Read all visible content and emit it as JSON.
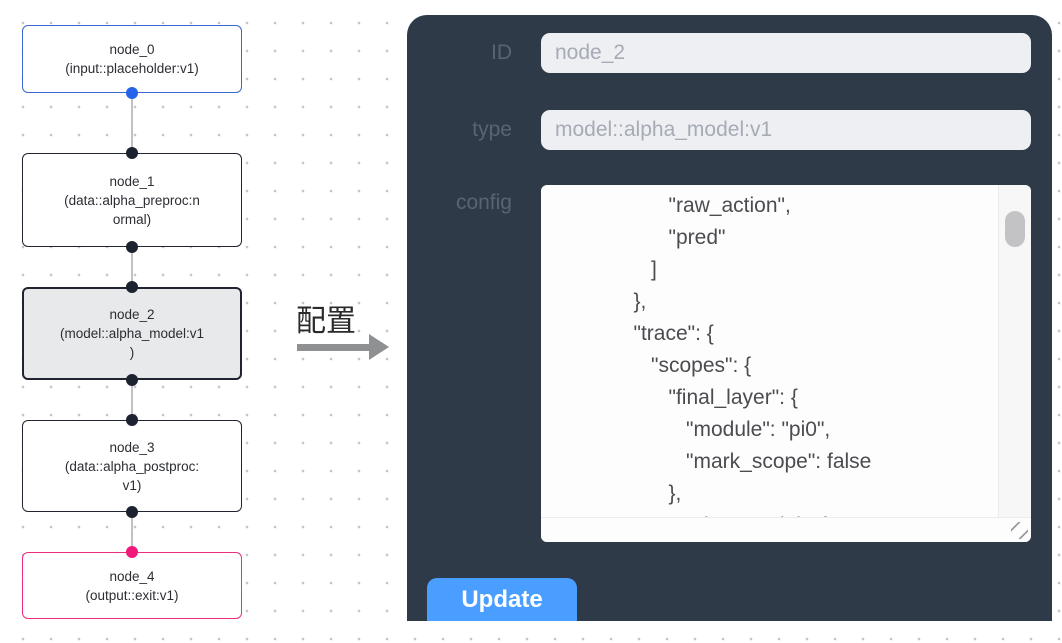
{
  "graph": {
    "nodes": [
      {
        "id": "node_0",
        "type": "input::placeholder:v1",
        "text": "node_0\n(input::placeholder:v1)"
      },
      {
        "id": "node_1",
        "type": "data::alpha_preproc:normal",
        "text": "node_1\n(data::alpha_preproc:n\normal)"
      },
      {
        "id": "node_2",
        "type": "model::alpha_model:v1",
        "text": "node_2\n(model::alpha_model:v1\n)",
        "selected": true
      },
      {
        "id": "node_3",
        "type": "data::alpha_postproc:v1",
        "text": "node_3\n(data::alpha_postproc:\nv1)"
      },
      {
        "id": "node_4",
        "type": "output::exit:v1",
        "text": "node_4\n(output::exit:v1)"
      }
    ]
  },
  "transition": {
    "label": "配置"
  },
  "panel": {
    "id_field": {
      "label": "ID",
      "value": "node_2"
    },
    "type_field": {
      "label": "type",
      "value": "model::alpha_model:v1"
    },
    "config_field": {
      "label": "config",
      "value": "               \"raw_action\",\n               \"pred\"\n            ]\n         },\n         \"trace\": {\n            \"scopes\": {\n               \"final_layer\": {\n                  \"module\": \"pi0\",\n                  \"mark_scope\": false\n               },\n               \"action_model\": {"
    },
    "update_button": "Update"
  },
  "colors": {
    "panel_bg": "#2f3a48",
    "button_blue": "#4a9eff",
    "input_bg": "#edeff3",
    "node_input_border": "#3a67cf",
    "node_output_border": "#ef2d7d",
    "node_selected_bg": "#e8e9eb",
    "port_blue": "#2563e8",
    "port_pink": "#f2197d",
    "port_dark": "#1c2230"
  }
}
